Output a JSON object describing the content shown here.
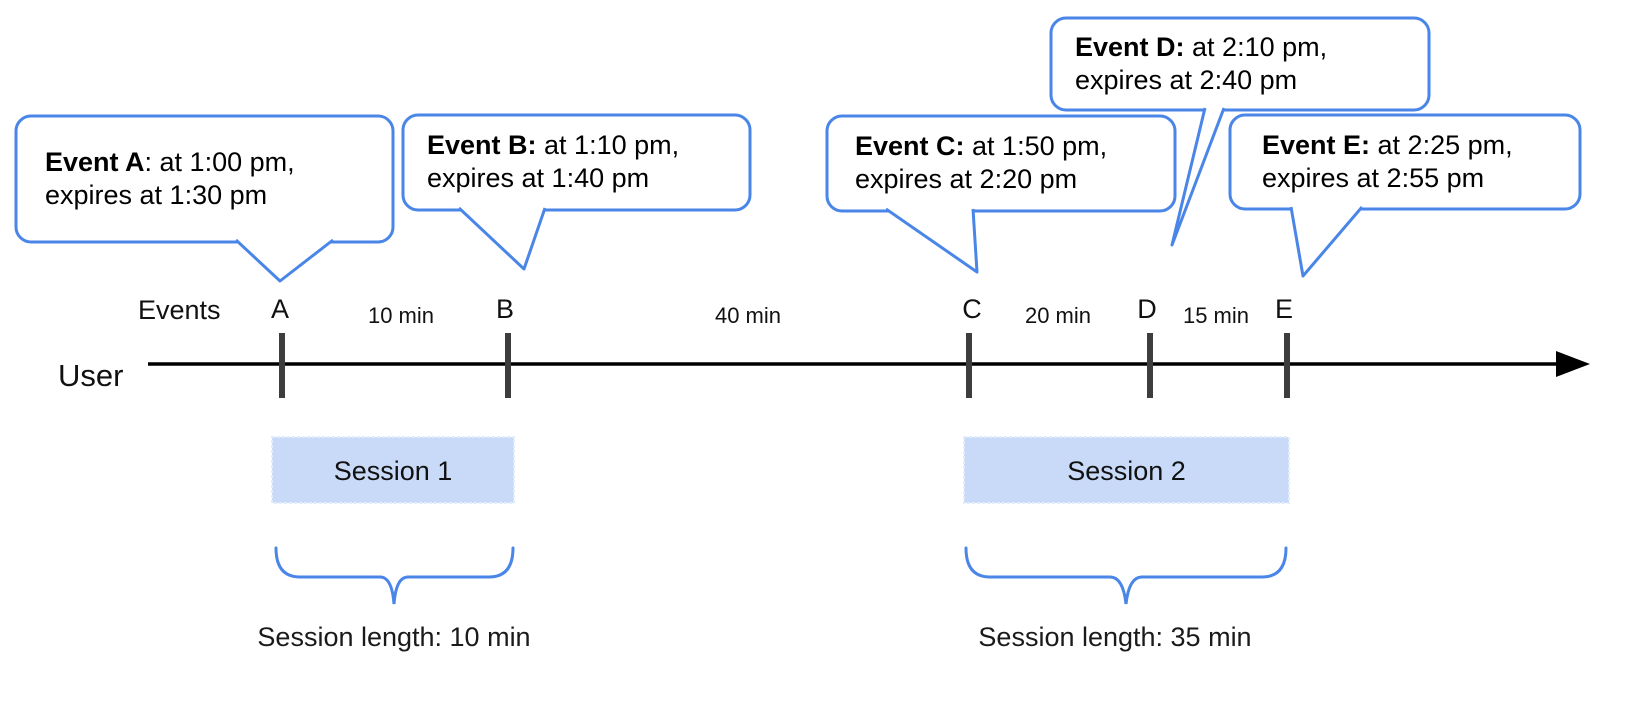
{
  "colors": {
    "bubble_border": "#4a86e8",
    "brace": "#4a86e8",
    "session_fill": "#c9daf8",
    "timeline_line": "#000000",
    "tick": "#3d3d3d"
  },
  "bubbles": [
    {
      "id": "A",
      "bold": "Event A",
      "rest": ": at 1:00 pm,",
      "line2": "expires at 1:30 pm"
    },
    {
      "id": "B",
      "bold": "Event B:",
      "rest": " at 1:10 pm,",
      "line2": "expires at 1:40 pm"
    },
    {
      "id": "C",
      "bold": "Event C:",
      "rest": " at 1:50 pm,",
      "line2": "expires at 2:20 pm"
    },
    {
      "id": "D",
      "bold": "Event D:",
      "rest": " at 2:10 pm,",
      "line2": "expires at 2:40 pm"
    },
    {
      "id": "E",
      "bold": "Event E:",
      "rest": " at 2:25 pm,",
      "line2": "expires at 2:55 pm"
    }
  ],
  "timeline": {
    "user_label": "User",
    "events_label": "Events",
    "tick_labels": [
      "A",
      "B",
      "C",
      "D",
      "E"
    ],
    "intervals": [
      "10 min",
      "40 min",
      "20 min",
      "15 min"
    ]
  },
  "sessions": [
    {
      "label": "Session 1",
      "length_label": "Session length: 10 min"
    },
    {
      "label": "Session 2",
      "length_label": "Session length: 35 min"
    }
  ]
}
